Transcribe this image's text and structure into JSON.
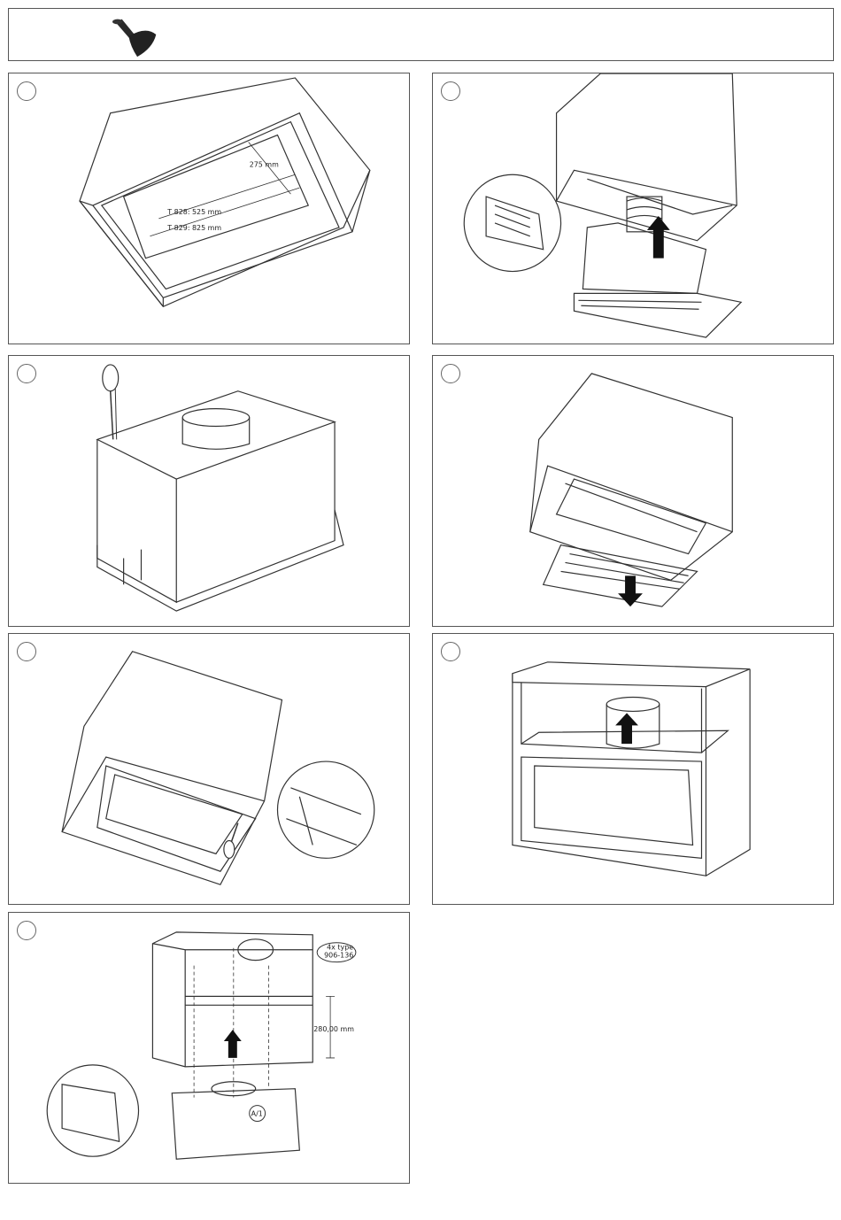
{
  "header": {
    "tool_icon": "suction-cup-tool-icon"
  },
  "panels": [
    {
      "step": "",
      "labels": {
        "dim_275": "275 mm",
        "dim_t828": "T 828: 525 mm",
        "dim_t829": "T 829: 825 mm"
      }
    },
    {
      "step": "",
      "icons": [
        "arrow-up-icon"
      ]
    },
    {
      "step": "",
      "icons": [
        "screwdriver-icon"
      ]
    },
    {
      "step": "",
      "icons": [
        "arrow-down-icon"
      ]
    },
    {
      "step": "",
      "icons": [
        "screwdriver-icon"
      ]
    },
    {
      "step": "",
      "icons": [
        "arrow-up-icon"
      ]
    },
    {
      "step": "",
      "labels": {
        "screw_type_line1": "4x type",
        "screw_type_line2": "906-136",
        "height_dim": "280,00 mm",
        "part_ref": "A/1"
      }
    }
  ],
  "colors": {
    "line": "#333333",
    "frame": "#555555",
    "arrow": "#111111"
  }
}
